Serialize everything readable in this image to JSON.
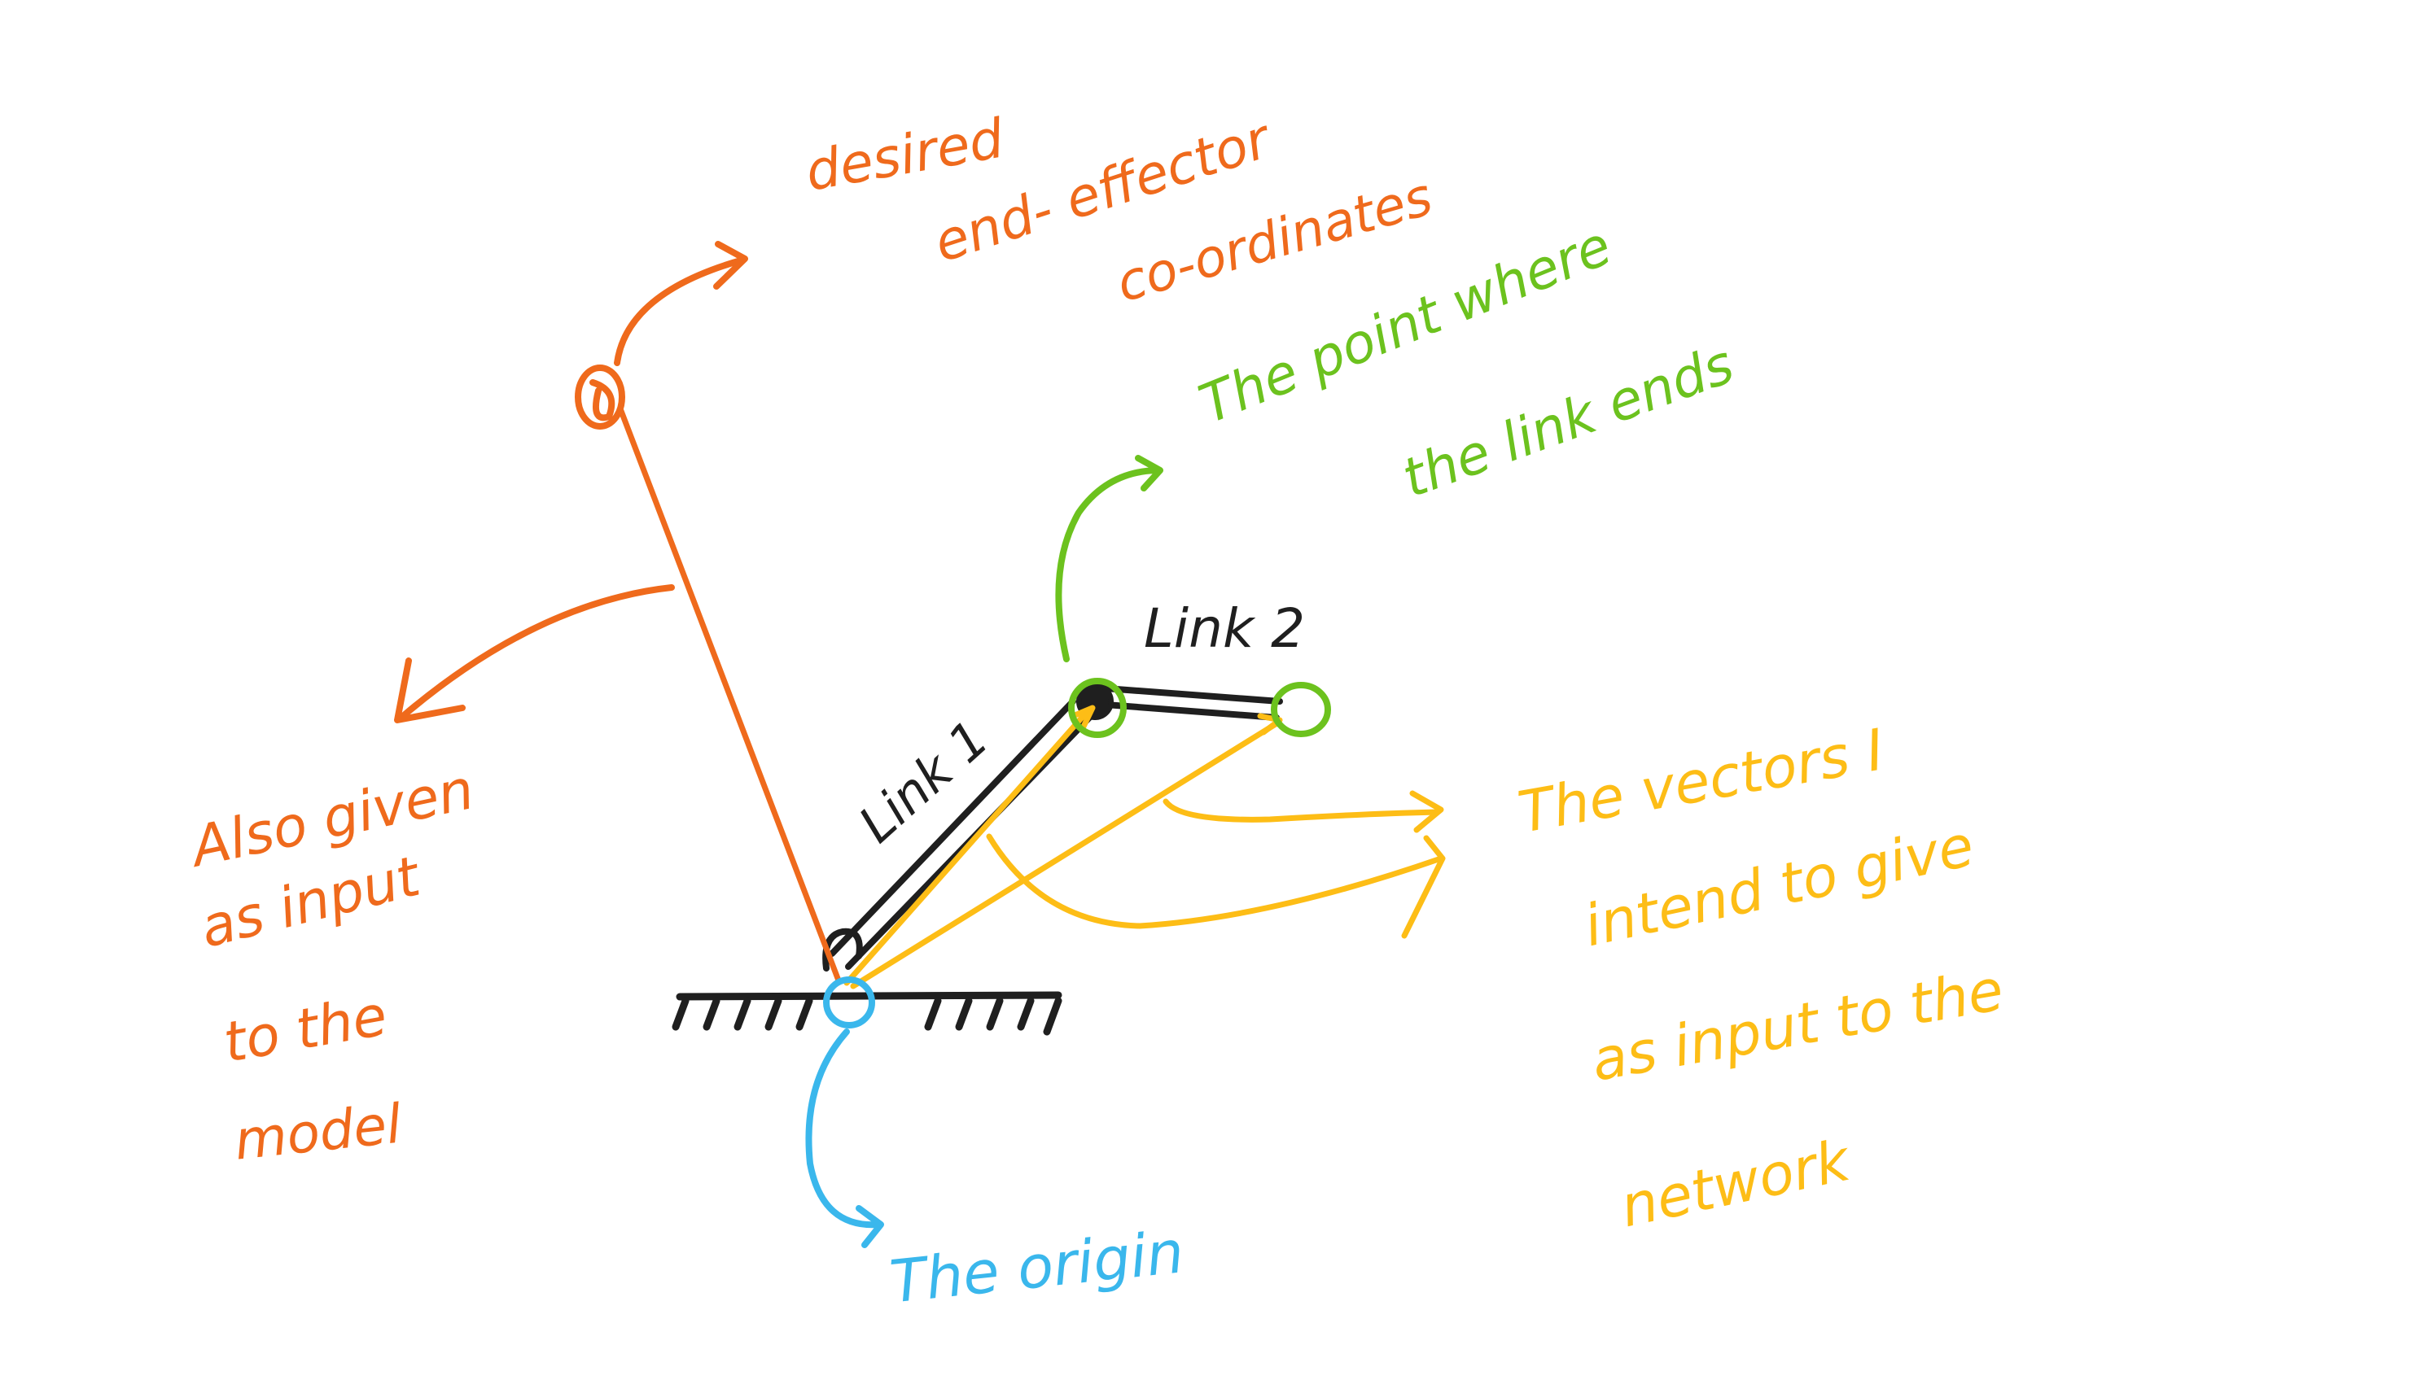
{
  "colors": {
    "orange": "#ef6a1c",
    "green": "#6cc21e",
    "yellow": "#fdbd16",
    "blue": "#3ab7ec",
    "black": "#1f1f1f"
  },
  "labels": {
    "desired_line1": "desired",
    "desired_line2": "end- effector",
    "desired_line3": "co-ordinates",
    "also_line1": "Also given",
    "also_line2": "as input",
    "also_line3": "to the",
    "also_line4": "model",
    "point_line1": "The point where",
    "point_line2": "the link ends",
    "link1": "Link 1",
    "link2": "Link 2",
    "vectors_line1": "The vectors  I",
    "vectors_line2": "intend to give",
    "vectors_line3": "as input  to the",
    "vectors_line4": "network",
    "origin": "The origin"
  }
}
